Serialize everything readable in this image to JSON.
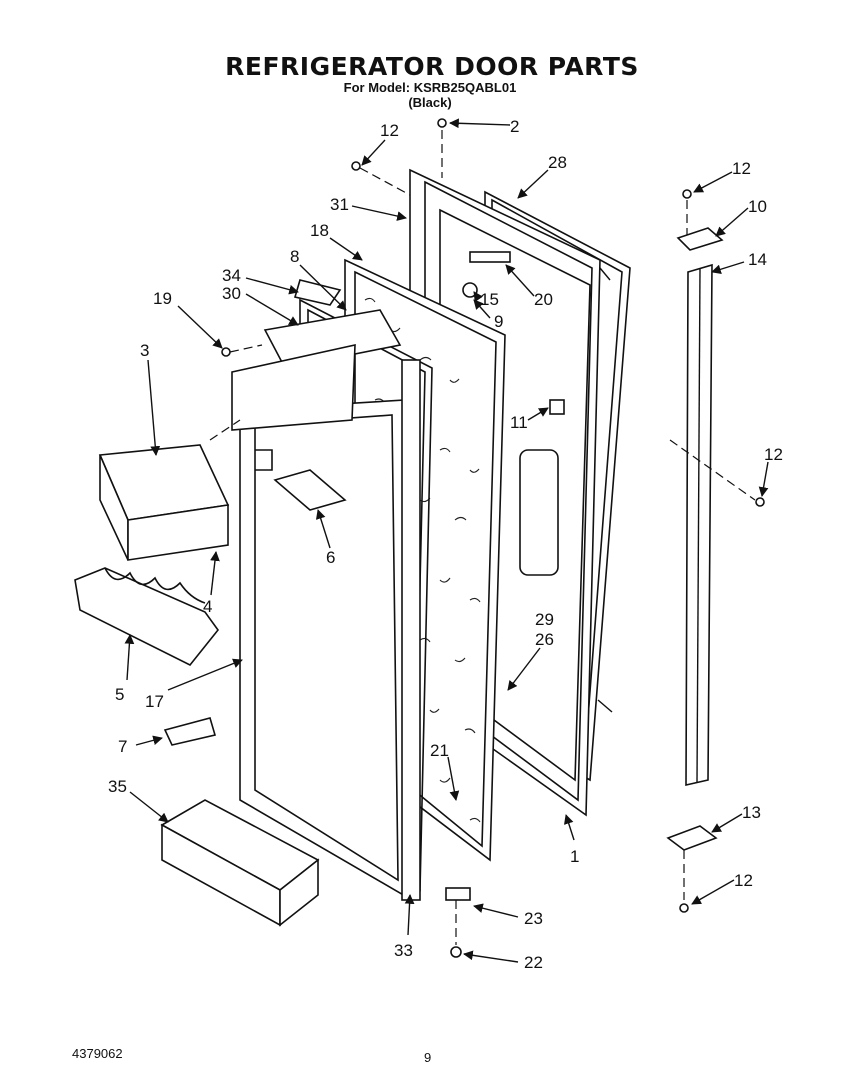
{
  "header": {
    "title": "REFRIGERATOR DOOR PARTS",
    "model_line": "For Model: KSRB25QABL01",
    "color_line": "(Black)"
  },
  "callouts": [
    "12",
    "2",
    "28",
    "31",
    "18",
    "8",
    "34",
    "30",
    "19",
    "3",
    "15",
    "20",
    "9",
    "11",
    "29",
    "26",
    "21",
    "6",
    "4",
    "5",
    "17",
    "7",
    "35",
    "33",
    "23",
    "22",
    "1",
    "12",
    "10",
    "14",
    "12",
    "13",
    "12"
  ],
  "footer": {
    "doc_number": "4379062",
    "page_number": "9"
  }
}
